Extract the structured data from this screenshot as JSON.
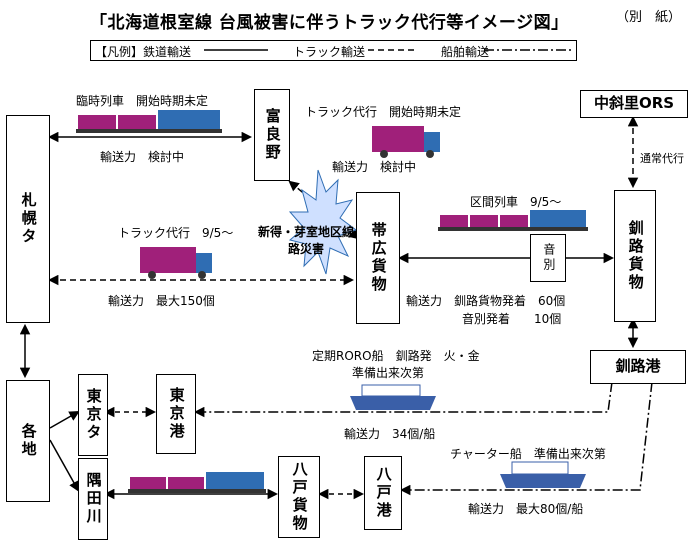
{
  "title": "「北海道根室線 台風被害に伴うトラック代行等イメージ図」",
  "note": "（別　紙）",
  "legend": {
    "label": "【凡例】鉄道輸送",
    "truck": "トラック輸送",
    "ship": "船舶輸送"
  },
  "nodes": {
    "sapporo": "札幌タ",
    "furano": "富良野",
    "obihiro": "帯広貨物",
    "kushiro": "釧路貨物",
    "nakashari": "中斜里ORS",
    "kushiro_port": "釧路港",
    "kakuchi": "各地",
    "tokyo": "東京タ",
    "tokyo_port": "東京港",
    "sumida": "隅田川",
    "hachinohe": "八戸貨物",
    "hachinohe_port": "八戸港",
    "onbetsu": "音別"
  },
  "labels": {
    "rinji": "臨時列車　開始時期未定",
    "rinji_cap": "輸送力　検討中",
    "truck1": "トラック代行　開始時期未定",
    "truck1_cap": "輸送力　検討中",
    "disaster": "新得・芽室地区線路災害",
    "kukan": "区間列車　9/5～",
    "truck2": "トラック代行　9/5～",
    "truck2_cap": "輸送力　最大150個",
    "kushiro_cap": "輸送力　釧路貨物発着　60個",
    "onbetsu_cap": "音別発着　　10個",
    "tsujo": "通常代行",
    "roro": "定期RORO船　釧路発　火・金",
    "roro2": "準備出来次第",
    "roro_cap": "輸送力　34個/船",
    "charter": "チャーター船　準備出来次第",
    "charter_cap": "輸送力　最大80個/船"
  },
  "colors": {
    "container": "#a0207a",
    "loco": "#2f6db3",
    "ship": "#3a5fa8"
  }
}
